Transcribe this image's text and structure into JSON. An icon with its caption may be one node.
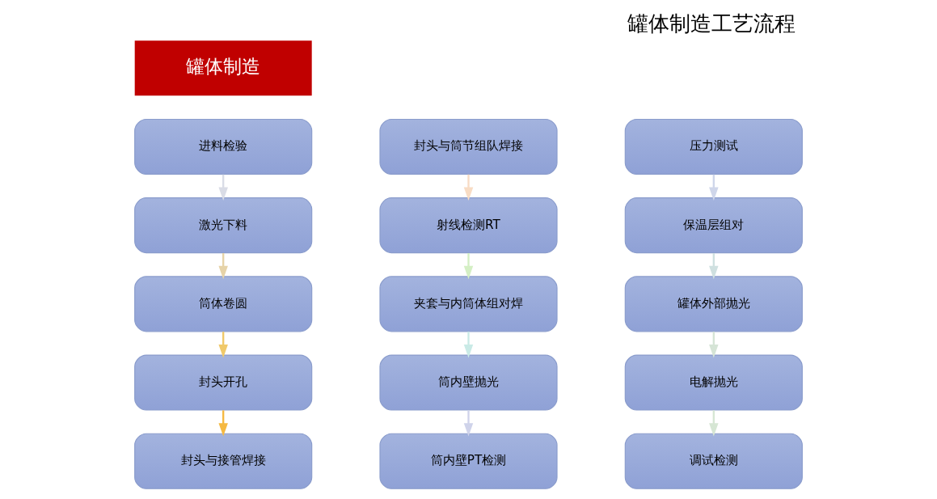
{
  "diagram": {
    "title": "罐体制造工艺流程",
    "nodes": [
      {
        "text": [
          "进料检验"
        ]
      },
      {
        "text": [
          "激光下料"
        ]
      },
      {
        "text": [
          "筒体卷圆"
        ]
      },
      {
        "text": [
          "封头开孔"
        ]
      },
      {
        "text": [
          "封头与接管焊接"
        ]
      },
      {
        "text": [
          "封头与筒节组队焊接"
        ]
      },
      {
        "text": [
          "射线检测RT"
        ]
      },
      {
        "text": [
          "夹套与内筒体组对焊"
        ]
      },
      {
        "text": [
          "筒内壁抛光"
        ]
      },
      {
        "text": [
          "筒内壁PT检测"
        ]
      },
      {
        "text": [
          "压力测试"
        ]
      },
      {
        "text": [
          "保温层组对"
        ]
      },
      {
        "text": [
          "罐体外部抛光"
        ]
      },
      {
        "text": [
          "电解抛光"
        ]
      },
      {
        "text": [
          "调试检测"
        ]
      }
    ],
    "edges": [
      {
        "from": 0,
        "to": 1,
        "arrow": "to",
        "color": "#d9dce6"
      },
      {
        "from": 1,
        "to": 2,
        "arrow": "to",
        "color": "#e6d3a8"
      },
      {
        "from": 2,
        "to": 3,
        "arrow": "to",
        "color": "#f0c96a"
      },
      {
        "from": 3,
        "to": 4,
        "arrow": "to",
        "color": "#f5b942"
      },
      {
        "from": 5,
        "to": 6,
        "arrow": "to",
        "color": "#f8dcc4"
      },
      {
        "from": 6,
        "to": 7,
        "arrow": "to",
        "color": "#d4efc4"
      },
      {
        "from": 7,
        "to": 8,
        "arrow": "to",
        "color": "#c9eae6"
      },
      {
        "from": 8,
        "to": 9,
        "arrow": "to",
        "color": "#cfd3ea"
      },
      {
        "from": 10,
        "to": 11,
        "arrow": "to",
        "color": "#cfd6ea"
      },
      {
        "from": 11,
        "to": 12,
        "arrow": "to",
        "color": "#cfe0e0"
      },
      {
        "from": 12,
        "to": 13,
        "arrow": "to",
        "color": "#d5e4d6"
      },
      {
        "from": 13,
        "to": 14,
        "arrow": "to",
        "color": "#d6e6d4"
      }
    ],
    "labels": [
      "罐体制造"
    ]
  }
}
